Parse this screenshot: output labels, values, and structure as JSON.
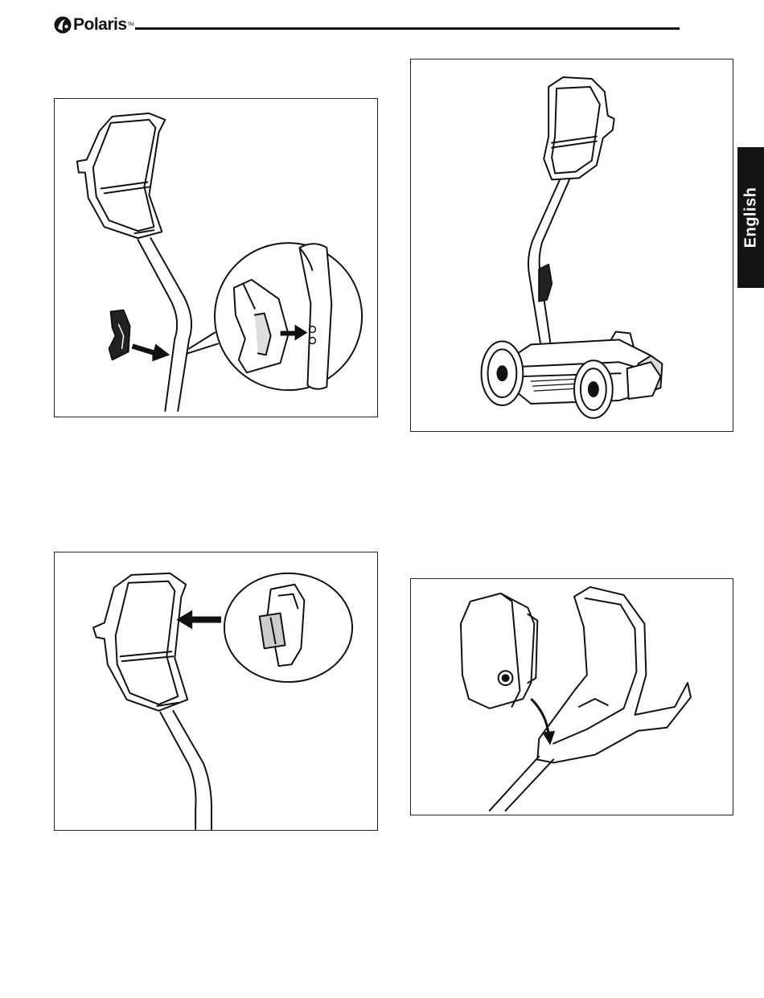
{
  "header": {
    "brand": "Polaris",
    "brand_mark": "TM"
  },
  "side_tab": {
    "language": "English"
  },
  "figures": [
    {
      "id": "fig1",
      "depicts": "handle-clip-attach"
    },
    {
      "id": "fig2",
      "depicts": "cleaner-with-caddy-handle"
    },
    {
      "id": "fig3",
      "depicts": "handle-clip-insert"
    },
    {
      "id": "fig4",
      "depicts": "remote-control-docking"
    }
  ],
  "colors": {
    "ink": "#111111",
    "tab_background": "#141414",
    "tab_text": "#ffffff"
  },
  "icons": [
    "polaris-logo-icon",
    "arrow-right-icon",
    "arrow-left-icon"
  ]
}
